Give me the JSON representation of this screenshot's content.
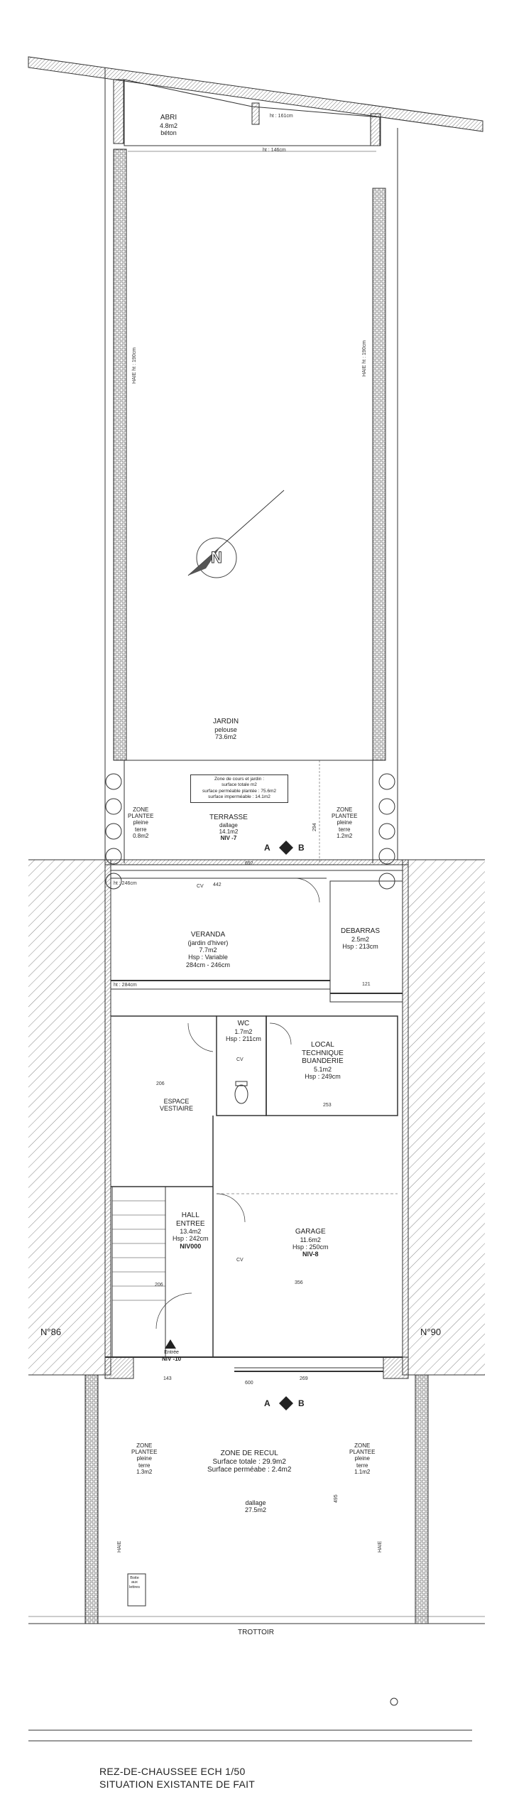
{
  "title": {
    "line1": "REZ-DE-CHAUSSEE ECH 1/50",
    "line2": "SITUATION EXISTANTE DE FAIT"
  },
  "rooms": {
    "abri": {
      "name": "ABRI",
      "area": "4.8m2",
      "material": "béton"
    },
    "jardin": {
      "name": "JARDIN",
      "material": "pelouse",
      "area": "73.6m2"
    },
    "zone_plantee_top_left": {
      "name1": "ZONE",
      "name2": "PLANTEE",
      "material1": "pleine",
      "material2": "terre",
      "area": "0.8m2"
    },
    "zone_plantee_top_right": {
      "name1": "ZONE",
      "name2": "PLANTEE",
      "material1": "pleine",
      "material2": "terre",
      "area": "1.2m2"
    },
    "terrasse": {
      "name": "TERRASSE",
      "material": "dallage",
      "area": "14.1m2",
      "level": "NIV -7"
    },
    "veranda": {
      "name": "VERANDA",
      "sub": "(jardin d'hiver)",
      "area": "7.7m2",
      "hsp": "Hsp : Variable",
      "range": "284cm - 246cm"
    },
    "debarras": {
      "name": "DEBARRAS",
      "area": "2.5m2",
      "hsp": "Hsp : 213cm"
    },
    "wc": {
      "name": "WC",
      "area": "1.7m2",
      "hsp": "Hsp : 211cm"
    },
    "local": {
      "name1": "LOCAL",
      "name2": "TECHNIQUE",
      "name3": "BUANDERIE",
      "area": "5.1m2",
      "hsp": "Hsp : 249cm"
    },
    "vestiaire": {
      "name1": "ESPACE",
      "name2": "VESTIAIRE"
    },
    "hall": {
      "name1": "HALL",
      "name2": "ENTREE",
      "area": "13.4m2",
      "hsp": "Hsp : 242cm",
      "level": "NIV000"
    },
    "garage": {
      "name": "GARAGE",
      "area": "11.6m2",
      "hsp": "Hsp : 250cm",
      "level": "NIV-8"
    },
    "entree": {
      "name": "Entrée",
      "level": "NIV -10"
    },
    "zone_recul": {
      "name": "ZONE DE RECUL",
      "total": "Surface totale :  29.9m2",
      "permeable": "Surface perméabe : 2.4m2",
      "material": "dallage",
      "area": "27.5m2"
    },
    "zone_plantee_bottom_left": {
      "name1": "ZONE",
      "name2": "PLANTEE",
      "material1": "pleine",
      "material2": "terre",
      "area": "1.3m2"
    },
    "zone_plantee_bottom_right": {
      "name1": "ZONE",
      "name2": "PLANTEE",
      "material1": "pleine",
      "material2": "terre",
      "area": "1.1m2"
    },
    "boite": {
      "line1": "Boite",
      "line2": "aux",
      "line3": "lettres"
    }
  },
  "info_box": {
    "line1": "Zone de cours et jardin :",
    "line2": "surface totale m2",
    "line3": "surface perméable plantée : 75.6m2",
    "line4": "surface imperméable : 14.1m2"
  },
  "neighbors": {
    "left": "N°86",
    "right": "N°90"
  },
  "street": "TROTTOIR",
  "section_marks": {
    "a": "A",
    "b": "B"
  },
  "fixtures": {
    "cv1": "CV",
    "cv2": "CV",
    "cv3": "CV"
  },
  "dimensions": {
    "ht_161": "ht : 161cm",
    "ht_146": "ht : 146cm",
    "hae_left": "HAIE ht : 190cm",
    "hae_right": "HAIE ht : 190cm",
    "ht_246": "ht : 246cm",
    "ht_284": "ht : 284cm",
    "d_206a": "206",
    "d_206b": "206",
    "d_356": "356",
    "d_253": "253",
    "d_143": "143",
    "d_600": "600",
    "d_269": "269",
    "d_442": "442",
    "d_121": "121",
    "d_692": "692",
    "d_495": "495",
    "d_294": "294",
    "hae_bottom_left": "HAIE",
    "hae_bottom_right": "HAIE"
  }
}
